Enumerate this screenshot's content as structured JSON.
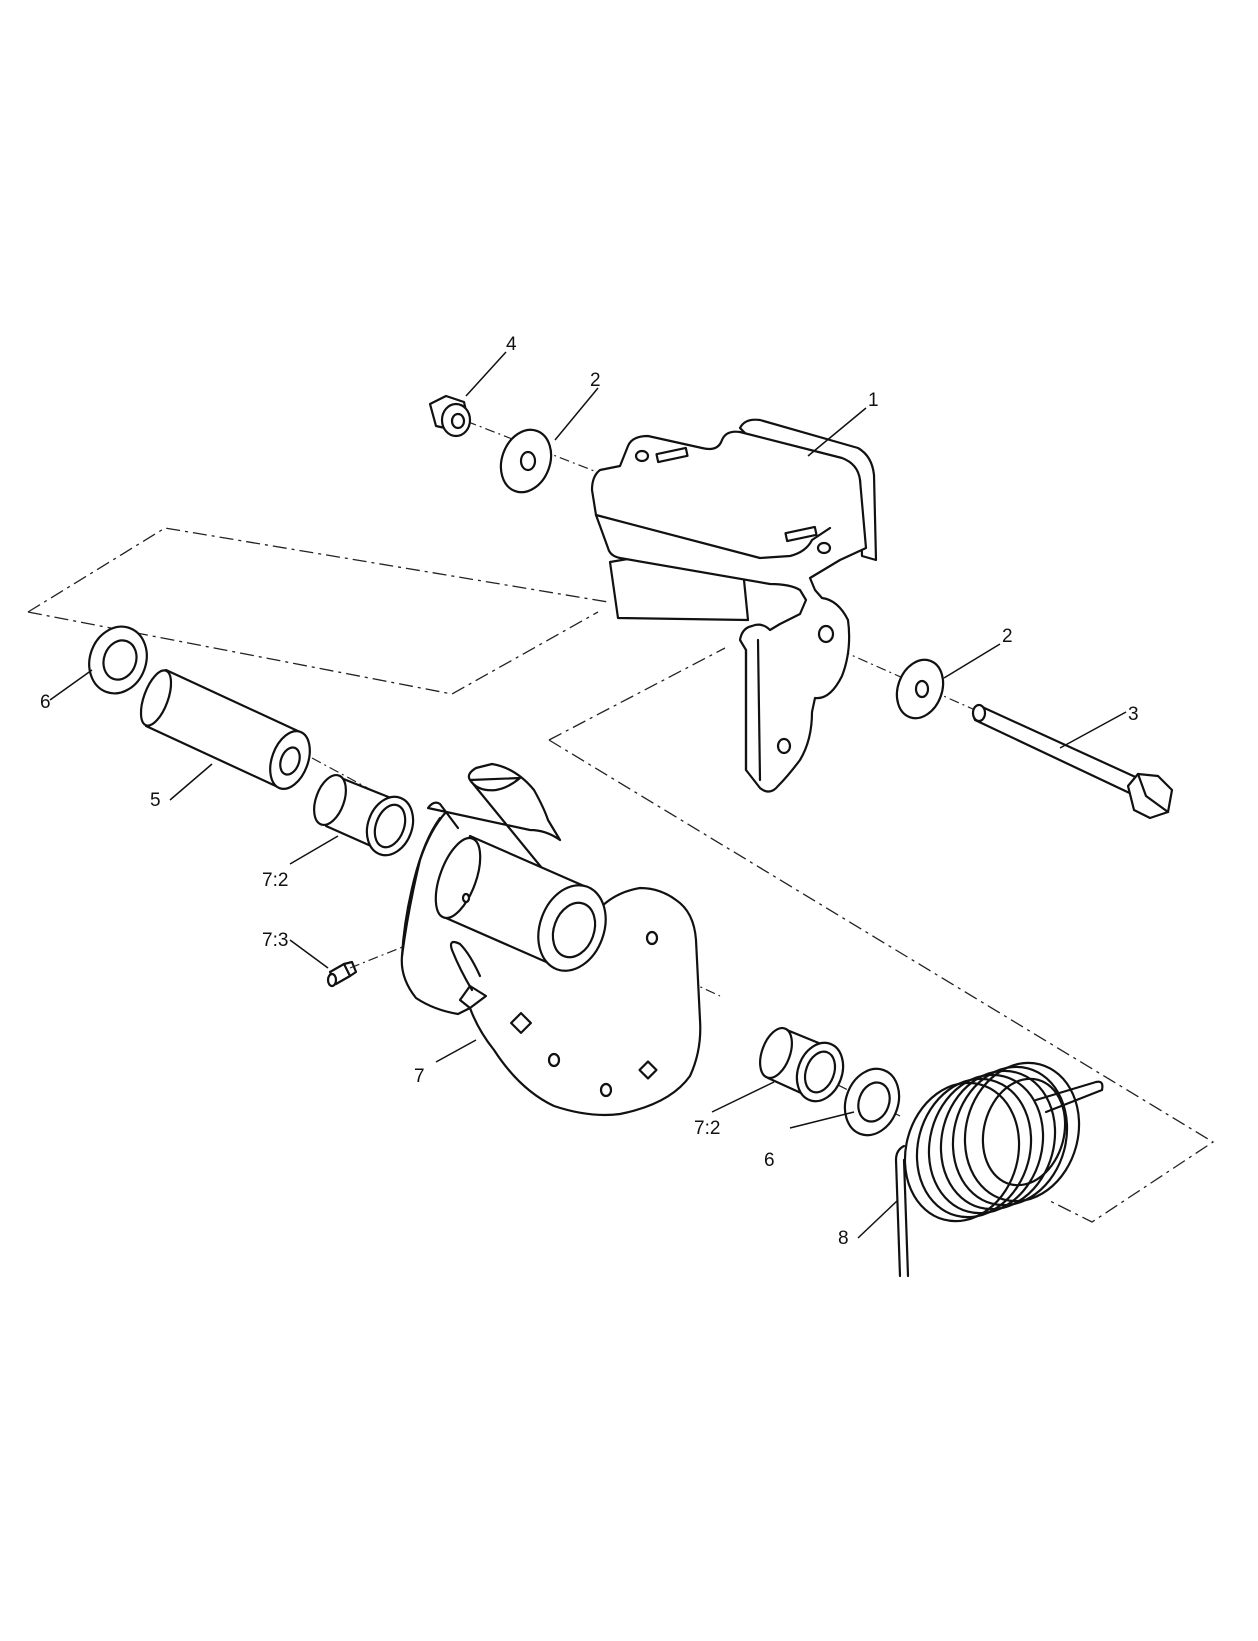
{
  "callouts": {
    "c1": "1",
    "c2a": "2",
    "c2b": "2",
    "c3": "3",
    "c4": "4",
    "c5": "5",
    "c6a": "6",
    "c6b": "6",
    "c7": "7",
    "c7_2a": "7:2",
    "c7_2b": "7:2",
    "c7_3": "7:3",
    "c8": "8"
  },
  "colors": {
    "line": "#111111",
    "background": "#ffffff"
  }
}
